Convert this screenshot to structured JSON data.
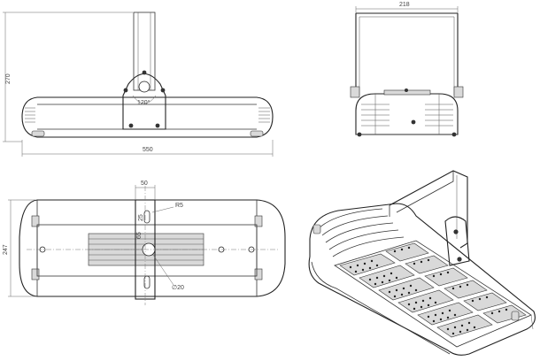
{
  "dimensions": {
    "front_height": "270",
    "front_width": "550",
    "rotation_angle": "120°",
    "side_width": "218",
    "top_bracket_width": "50",
    "top_radius": "R5",
    "top_slot_length": "25",
    "top_slot_offset": "65",
    "top_hole_diameter": "∅20",
    "top_height": "247"
  },
  "colors": {
    "line": "#333333",
    "background": "#ffffff"
  }
}
